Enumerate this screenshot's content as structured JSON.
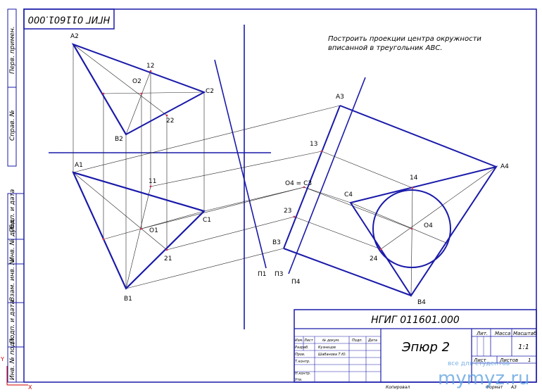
{
  "task_text": [
    "Построить проекции центра окружности",
    "вписанной в треугольник ABC."
  ],
  "mirrored_code": "НГИГ 011601.000",
  "title_block": {
    "code": "НГИГ 011601.000",
    "name": "Эпюр 2",
    "lit": "Лит.",
    "massa": "Масса",
    "masshtab": "Масштаб",
    "scale": "1:1",
    "list": "Лист",
    "listov": "Листов",
    "listov_val": "1",
    "izm": "Изм.",
    "list_s": "Лист",
    "ndokum": "№ докум.",
    "podp": "Подп.",
    "data": "Дата",
    "razrab": "Разраб.",
    "razrab_name": "Кузнецов",
    "prov": "Пров.",
    "prov_name": "Шабанова Т.Ю.",
    "tkontr": "Т.контр.",
    "nkontr": "Н.контр.",
    "utv": "Утв.",
    "kopiroval": "Копировал",
    "format": "Формат",
    "format_val": "A3"
  },
  "side_stamp": [
    "Перв. примен.",
    "Справ. №",
    "Подп. и дата",
    "Инв. № дубл.",
    "Взам. инв. №",
    "Подп. и дата",
    "Инв. № подл."
  ],
  "points": {
    "A2": "A2",
    "B2": "B2",
    "C2": "C2",
    "O2": "O2",
    "P2": "12",
    "Q2": "22",
    "A1": "A1",
    "B1": "B1",
    "C1": "C1",
    "O1": "O1",
    "P1": "11",
    "Q1": "21",
    "A3": "A3",
    "P3": "13",
    "O4C3": "O4 = C3",
    "Q3": "23",
    "B3": "B3",
    "A4": "A4",
    "B4": "B4",
    "C4": "C4",
    "O4": "O4",
    "P4": "14",
    "Q4": "24",
    "pi1": "П1",
    "pi3": "П3",
    "pi4": "П4"
  },
  "watermark": {
    "line1": "все для студентов",
    "line2": "mymyz.ru"
  },
  "colors": {
    "line": "#1a1aaa",
    "thin": "#222222",
    "frame": "#1a1aaa",
    "axis": "#cc0000",
    "axis_y": "#cc0000"
  },
  "axis_labels": {
    "y": "Y",
    "x": "X"
  }
}
